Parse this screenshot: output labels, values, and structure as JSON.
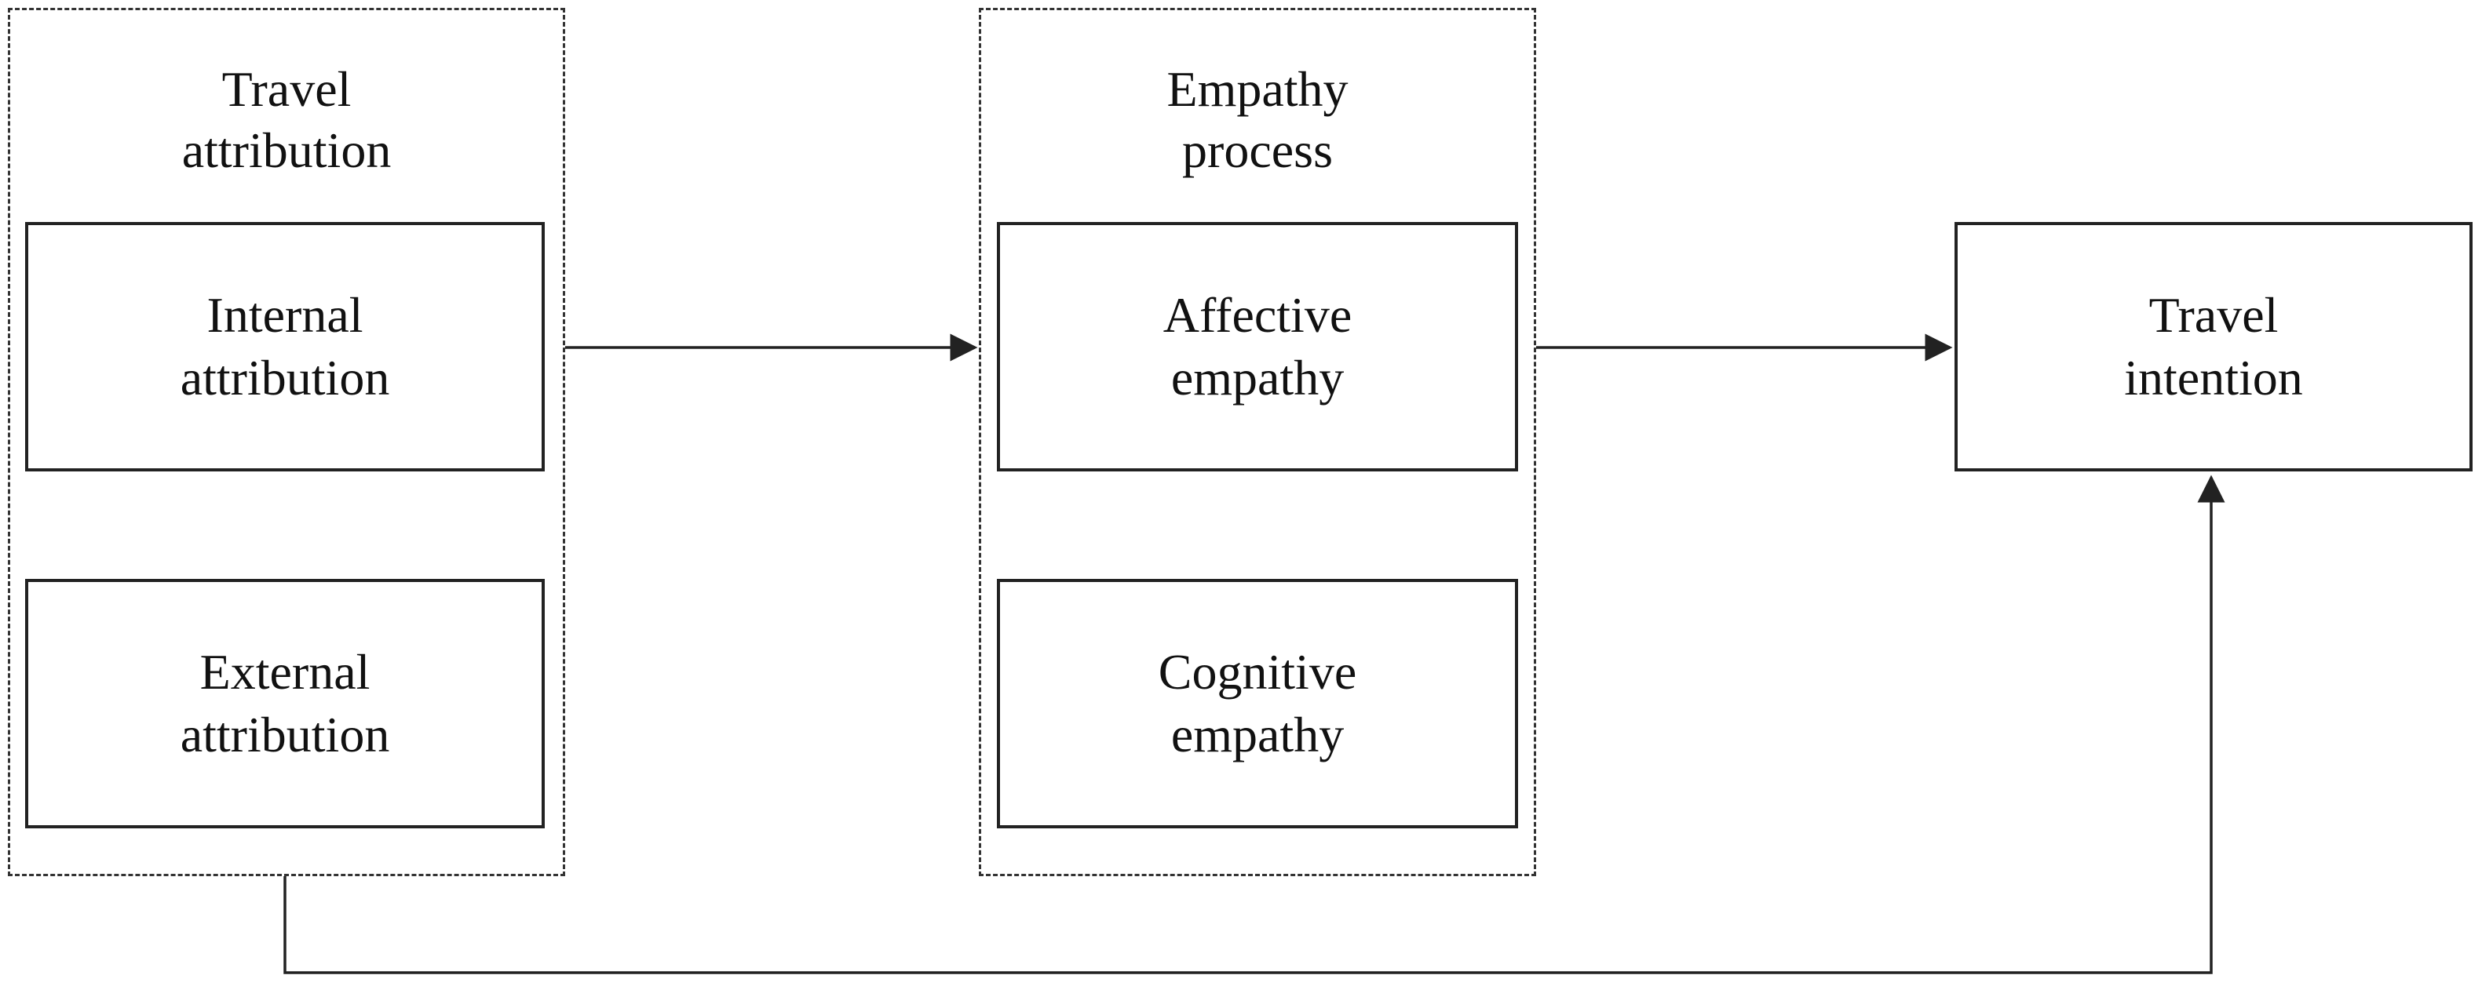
{
  "groups": {
    "travel_attribution": {
      "title": "Travel\nattribution",
      "internal": "Internal\nattribution",
      "external": "External\nattribution"
    },
    "empathy_process": {
      "title": "Empathy\nprocess",
      "affective": "Affective\nempathy",
      "cognitive": "Cognitive\nempathy"
    }
  },
  "outcome": {
    "label": "Travel\nintention"
  },
  "colors": {
    "line": "#222222",
    "dashed_border": "#333333"
  }
}
